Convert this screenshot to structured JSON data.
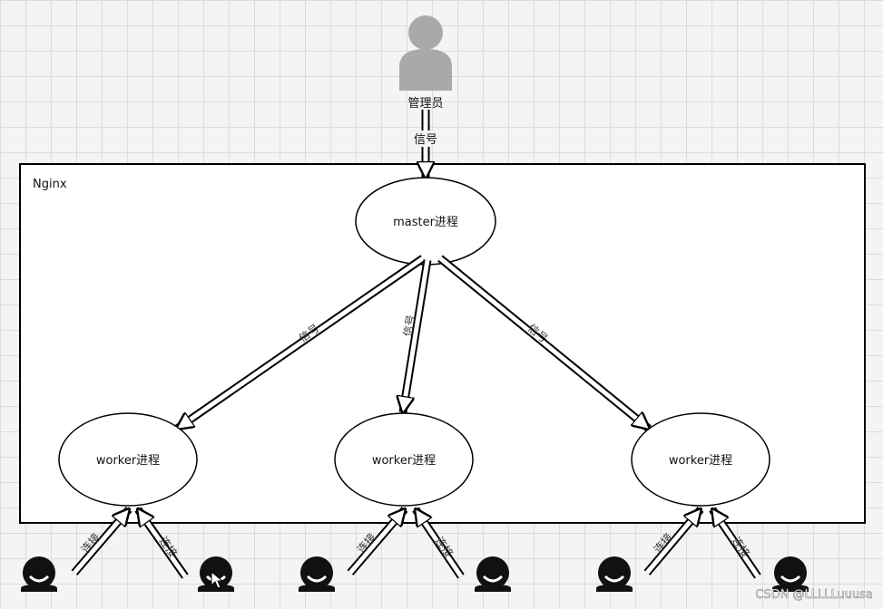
{
  "admin": {
    "label": "管理员"
  },
  "signal_label": "信号",
  "nginx": {
    "label": "Nginx"
  },
  "master": {
    "label": "master进程"
  },
  "workers": [
    {
      "label": "worker进程"
    },
    {
      "label": "worker进程"
    },
    {
      "label": "worker进程"
    }
  ],
  "dispatch_labels": [
    "信号",
    "信号",
    "信号"
  ],
  "client_labels": [
    "连接",
    "连接",
    "连接",
    "连接",
    "连接",
    "连接"
  ],
  "watermark": "CSDN @LLLLLuuusa",
  "colors": {
    "admin_icon": "#a9a9a9",
    "client_icon": "#111111",
    "grid": "#dcdcdc"
  }
}
